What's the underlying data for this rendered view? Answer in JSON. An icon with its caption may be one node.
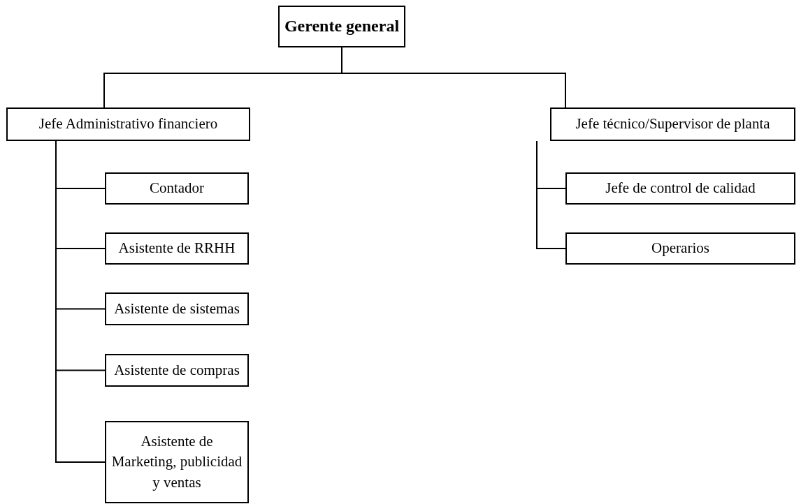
{
  "diagram": {
    "nodes": [
      {
        "text": [
          "Gerente general"
        ]
      },
      {
        "text": [
          "Jefe Administrativo financiero"
        ]
      },
      {
        "text": [
          "Jefe técnico/Supervisor de planta"
        ]
      },
      {
        "text": [
          "Contador"
        ]
      },
      {
        "text": [
          "Asistente de RRHH"
        ]
      },
      {
        "text": [
          "Asistente de sistemas"
        ]
      },
      {
        "text": [
          "Asistente de compras"
        ]
      },
      {
        "text": [
          "Asistente de Marketing, publicidad y ventas"
        ]
      },
      {
        "text": [
          "Jefe de control de calidad"
        ]
      },
      {
        "text": [
          "Operarios"
        ]
      }
    ],
    "edges": [
      {
        "from": 0,
        "to": 1,
        "arrow": "none"
      },
      {
        "from": 0,
        "to": 2,
        "arrow": "none"
      },
      {
        "from": 1,
        "to": 3,
        "arrow": "none"
      },
      {
        "from": 1,
        "to": 4,
        "arrow": "none"
      },
      {
        "from": 1,
        "to": 5,
        "arrow": "none"
      },
      {
        "from": 1,
        "to": 6,
        "arrow": "none"
      },
      {
        "from": 1,
        "to": 7,
        "arrow": "none"
      },
      {
        "from": 2,
        "to": 8,
        "arrow": "none"
      },
      {
        "from": 2,
        "to": 9,
        "arrow": "none"
      }
    ]
  }
}
